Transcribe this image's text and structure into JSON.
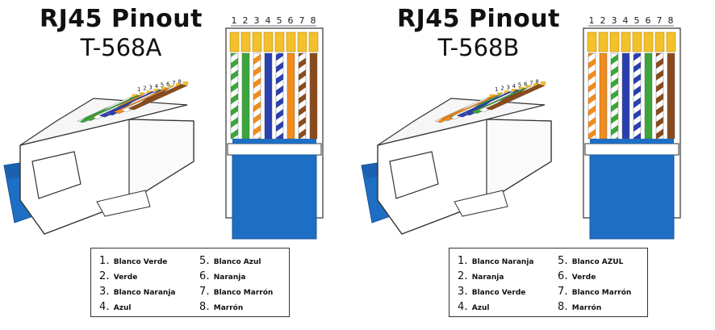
{
  "standards": [
    {
      "id": "t568a",
      "title": "RJ45 Pinout",
      "subtitle": "T-568A",
      "pins": [
        {
          "num": "1",
          "label": "Blanco Verde",
          "color": "#3aa63a",
          "striped": true
        },
        {
          "num": "2",
          "label": "Verde",
          "color": "#3aa63a",
          "striped": false
        },
        {
          "num": "3",
          "label": "Blanco Naranja",
          "color": "#f28c1c",
          "striped": true
        },
        {
          "num": "4",
          "label": "Azul",
          "color": "#2a3fb0",
          "striped": false
        },
        {
          "num": "5",
          "label": "Blanco Azul",
          "color": "#2a3fb0",
          "striped": true
        },
        {
          "num": "6",
          "label": "Naranja",
          "color": "#f28c1c",
          "striped": false
        },
        {
          "num": "7",
          "label": "Blanco Marrón",
          "color": "#8a4b1c",
          "striped": true
        },
        {
          "num": "8",
          "label": "Marrón",
          "color": "#8a4b1c",
          "striped": false
        }
      ]
    },
    {
      "id": "t568b",
      "title": "RJ45 Pinout",
      "subtitle": "T-568B",
      "pins": [
        {
          "num": "1",
          "label": "Blanco Naranja",
          "color": "#f28c1c",
          "striped": true
        },
        {
          "num": "2",
          "label": "Naranja",
          "color": "#f28c1c",
          "striped": false
        },
        {
          "num": "3",
          "label": "Blanco Verde",
          "color": "#3aa63a",
          "striped": true
        },
        {
          "num": "4",
          "label": "Azul",
          "color": "#2a3fb0",
          "striped": false
        },
        {
          "num": "5",
          "label": "Blanco AZUL",
          "color": "#2a3fb0",
          "striped": true
        },
        {
          "num": "6",
          "label": "Verde",
          "color": "#3aa63a",
          "striped": false
        },
        {
          "num": "7",
          "label": "Blanco Marrón",
          "color": "#8a4b1c",
          "striped": true
        },
        {
          "num": "8",
          "label": "Marrón",
          "color": "#8a4b1c",
          "striped": false
        }
      ]
    }
  ],
  "colors": {
    "cable": "#1e6fc4",
    "cable_dark": "#17549a",
    "contact": "#f5c12b",
    "plug_outline": "#333333"
  }
}
